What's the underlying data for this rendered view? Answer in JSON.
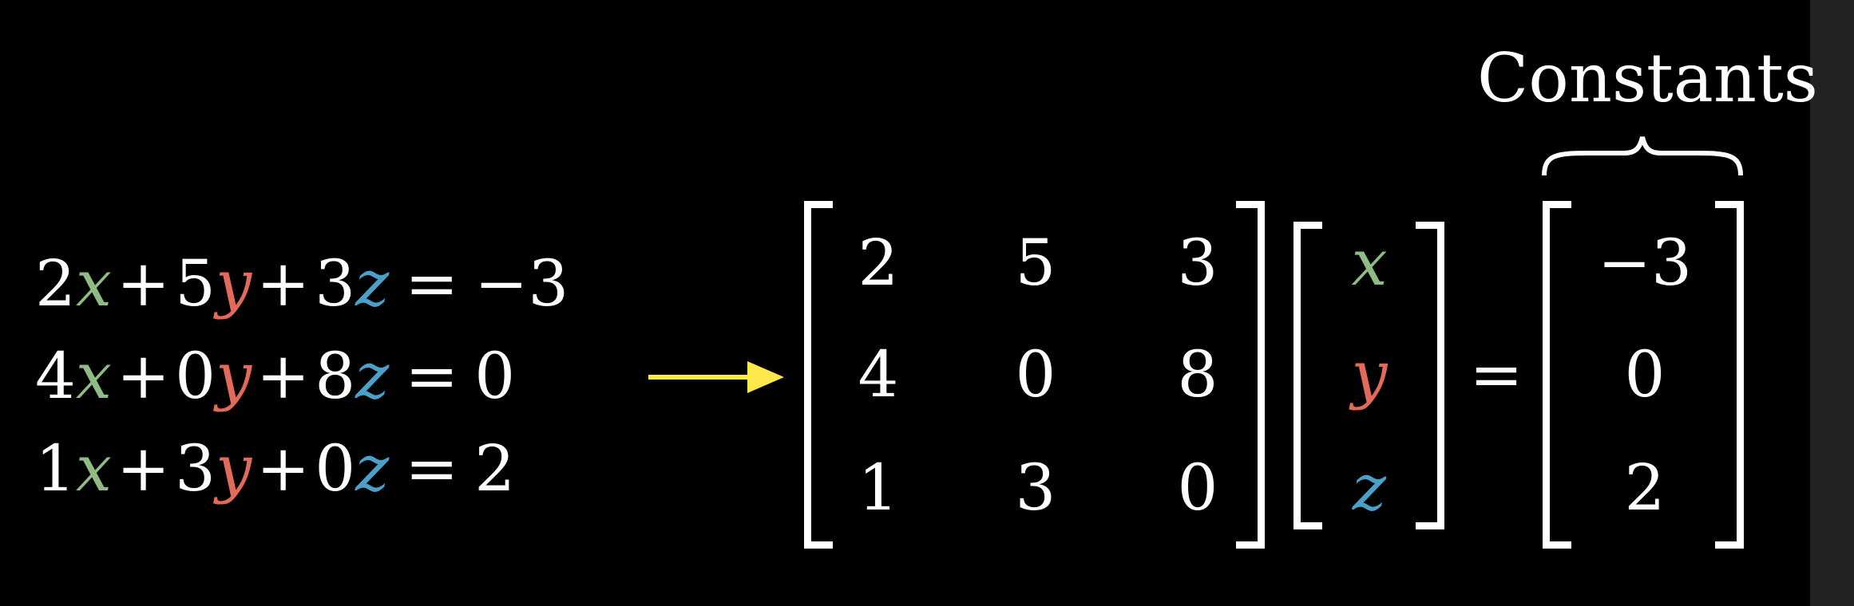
{
  "label": "Constants",
  "colors": {
    "x": "#8fbc84",
    "y": "#e26a5a",
    "z": "#4aa0c8",
    "arrow": "#ffe84a",
    "text": "#ffffff",
    "background": "#000000"
  },
  "equations": [
    {
      "coef_x": "2",
      "var_x": "x",
      "op1": "+",
      "coef_y": "5",
      "var_y": "y",
      "op2": "+",
      "coef_z": "3",
      "var_z": "z",
      "eq": "=",
      "rhs": "−3"
    },
    {
      "coef_x": "4",
      "var_x": "x",
      "op1": "+",
      "coef_y": "0",
      "var_y": "y",
      "op2": "+",
      "coef_z": "8",
      "var_z": "z",
      "eq": "=",
      "rhs": "0"
    },
    {
      "coef_x": "1",
      "var_x": "x",
      "op1": "+",
      "coef_y": "3",
      "var_y": "y",
      "op2": "+",
      "coef_z": "0",
      "var_z": "z",
      "eq": "=",
      "rhs": "2"
    }
  ],
  "coefficient_matrix": [
    [
      "2",
      "5",
      "3"
    ],
    [
      "4",
      "0",
      "8"
    ],
    [
      "1",
      "3",
      "0"
    ]
  ],
  "variable_vector": [
    "x",
    "y",
    "z"
  ],
  "equals": "=",
  "constant_vector": [
    "−3",
    "0",
    "2"
  ]
}
